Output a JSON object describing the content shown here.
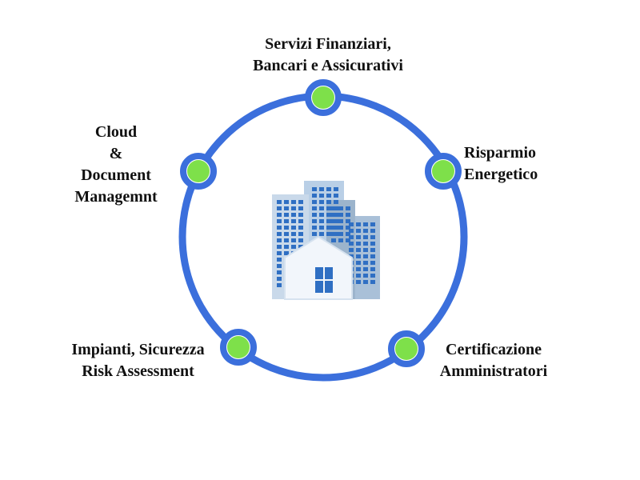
{
  "colors": {
    "ring": "#3b6fdc",
    "node": "#7ee04a",
    "node_border": "#ffffff",
    "building_light": "#b9cfe6",
    "building_mid": "#d6e2ef",
    "building_dark": "#9cb4cc",
    "window": "#2f6fc3",
    "house": "#f2f6fb"
  },
  "center_icon": "buildings-and-house-icon",
  "nodes": [
    {
      "id": "top",
      "lines": [
        "Servizi Finanziari,",
        "Bancari e Assicurativi"
      ]
    },
    {
      "id": "right",
      "lines": [
        "Risparmio",
        "Energetico"
      ]
    },
    {
      "id": "bottom-right",
      "lines": [
        "Certificazione",
        "Amministratori"
      ]
    },
    {
      "id": "bottom-left",
      "lines": [
        "Impianti, Sicurezza",
        "Risk Assessment"
      ]
    },
    {
      "id": "left",
      "lines": [
        "Cloud",
        "&",
        "Document",
        "Managemnt"
      ]
    }
  ]
}
